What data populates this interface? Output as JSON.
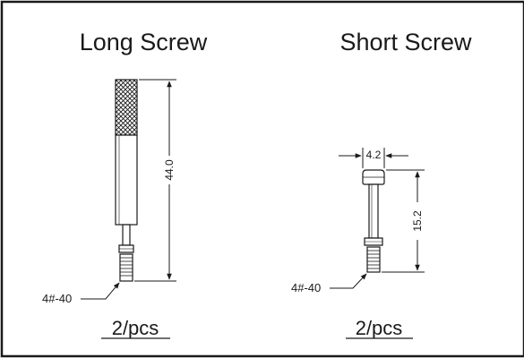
{
  "long_screw": {
    "title": "Long Screw",
    "length_dim": "44.0",
    "thread_label": "4#-40",
    "quantity": "2/pcs"
  },
  "short_screw": {
    "title": "Short Screw",
    "length_dim": "15.2",
    "diameter_dim": "4.2",
    "thread_label": "4#-40",
    "quantity": "2/pcs"
  },
  "colors": {
    "line": "#1a1a1a",
    "background": "#ffffff"
  }
}
